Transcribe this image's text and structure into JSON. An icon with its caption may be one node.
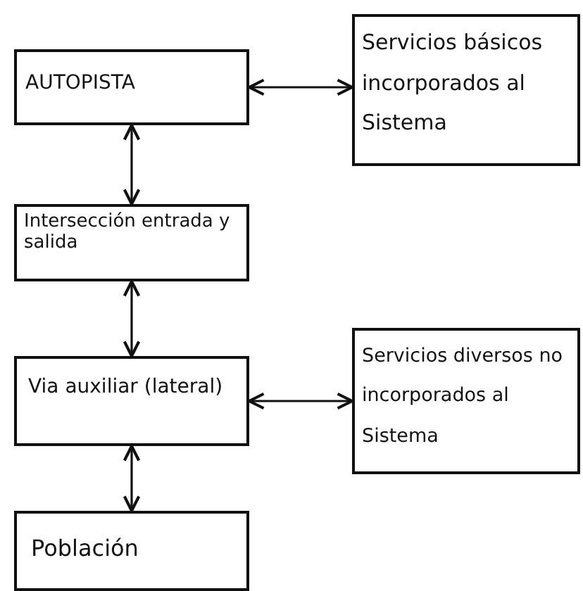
{
  "diagram": {
    "nodes": [
      {
        "text": [
          "AUTOPISTA"
        ]
      },
      {
        "text": [
          "Servicios básicos incorporados al Sistema"
        ]
      },
      {
        "text": [
          "Intersección entrada y salida"
        ]
      },
      {
        "text": [
          "Via auxiliar (lateral)"
        ]
      },
      {
        "text": [
          "Servicios diversos no incorporados al Sistema"
        ]
      },
      {
        "text": [
          "Población"
        ]
      }
    ],
    "edges": [
      {
        "from": 0,
        "to": 1,
        "arrow": "both"
      },
      {
        "from": 0,
        "to": 2,
        "arrow": "both"
      },
      {
        "from": 2,
        "to": 3,
        "arrow": "both"
      },
      {
        "from": 3,
        "to": 4,
        "arrow": "both"
      },
      {
        "from": 3,
        "to": 5,
        "arrow": "both"
      }
    ]
  }
}
